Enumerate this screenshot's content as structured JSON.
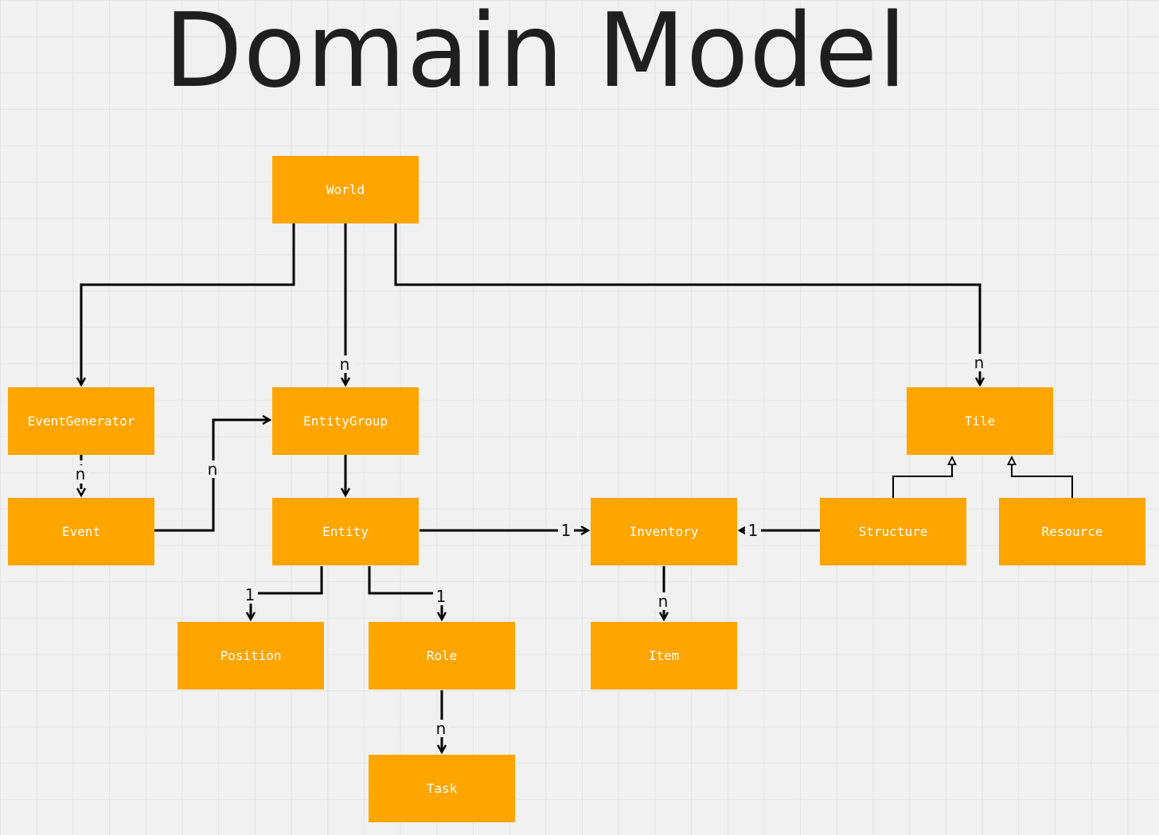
{
  "title": "Domain Model",
  "colors": {
    "box_fill": "#ffa500",
    "box_text": "#ffffff",
    "edge": "#000000",
    "background": "#f1f1f1",
    "grid": "#e4e4e4"
  },
  "nodes": {
    "world": "World",
    "event_generator": "EventGenerator",
    "entity_group": "EntityGroup",
    "tile": "Tile",
    "event": "Event",
    "entity": "Entity",
    "inventory": "Inventory",
    "structure": "Structure",
    "resource": "Resource",
    "position": "Position",
    "role": "Role",
    "item": "Item",
    "task": "Task"
  },
  "edges": [
    {
      "from": "World",
      "to": "EventGenerator",
      "label": "",
      "type": "association"
    },
    {
      "from": "World",
      "to": "EntityGroup",
      "label": "n",
      "type": "association"
    },
    {
      "from": "World",
      "to": "Tile",
      "label": "n",
      "type": "association"
    },
    {
      "from": "EventGenerator",
      "to": "Event",
      "label": "n",
      "type": "dependency"
    },
    {
      "from": "Event",
      "to": "EntityGroup",
      "label": "n",
      "type": "association"
    },
    {
      "from": "EntityGroup",
      "to": "Entity",
      "label": "",
      "type": "association"
    },
    {
      "from": "Entity",
      "to": "Inventory",
      "label": "1",
      "type": "association"
    },
    {
      "from": "Structure",
      "to": "Inventory",
      "label": "1",
      "type": "association"
    },
    {
      "from": "Structure",
      "to": "Tile",
      "label": "",
      "type": "inheritance"
    },
    {
      "from": "Resource",
      "to": "Tile",
      "label": "",
      "type": "inheritance"
    },
    {
      "from": "Entity",
      "to": "Position",
      "label": "1",
      "type": "association"
    },
    {
      "from": "Entity",
      "to": "Role",
      "label": "1",
      "type": "association"
    },
    {
      "from": "Inventory",
      "to": "Item",
      "label": "n",
      "type": "association"
    },
    {
      "from": "Role",
      "to": "Task",
      "label": "n",
      "type": "association"
    }
  ]
}
